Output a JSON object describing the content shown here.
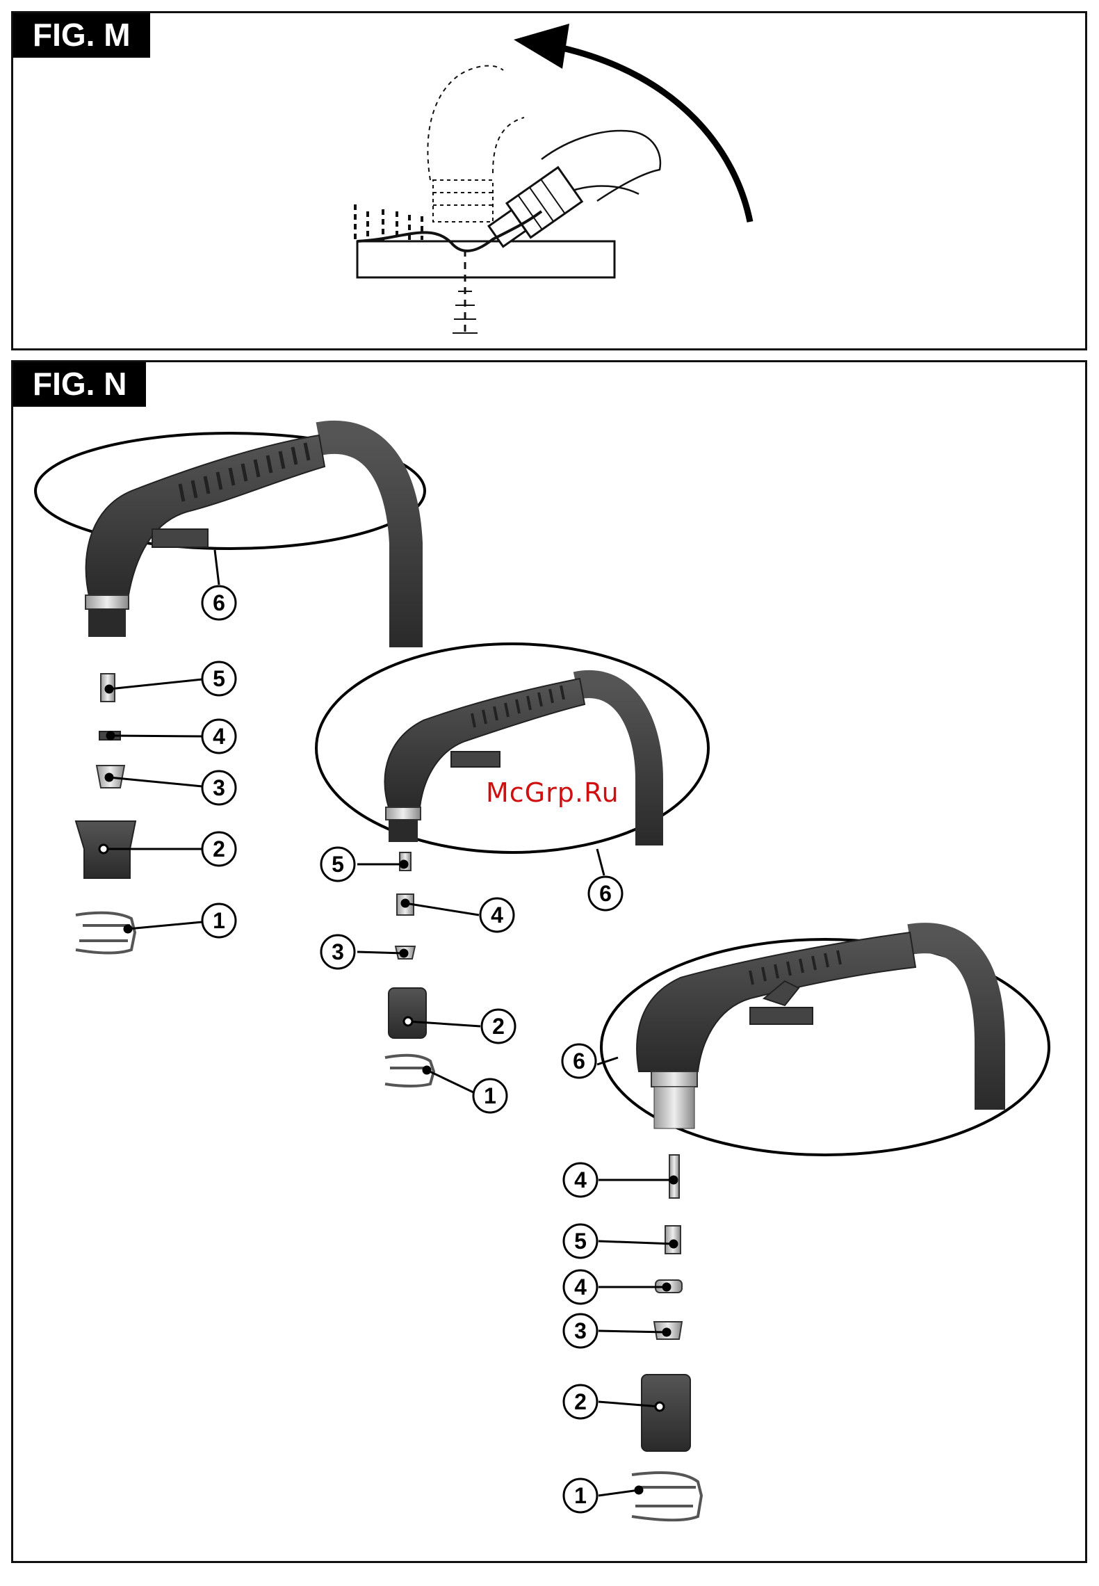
{
  "fig_m": {
    "label": "FIG. M"
  },
  "fig_n": {
    "label": "FIG. N",
    "torch_a": {
      "callouts": [
        "6",
        "5",
        "4",
        "3",
        "2",
        "1"
      ]
    },
    "torch_b": {
      "callouts": [
        "6",
        "5",
        "4",
        "3",
        "2",
        "1"
      ]
    },
    "torch_c": {
      "callouts": [
        "6",
        "4",
        "5",
        "4",
        "3",
        "2",
        "1"
      ]
    }
  },
  "watermark": "McGrp.Ru",
  "colors": {
    "ink": "#111111",
    "rubber": "#3a3a3a",
    "watermark": "#d01010"
  }
}
